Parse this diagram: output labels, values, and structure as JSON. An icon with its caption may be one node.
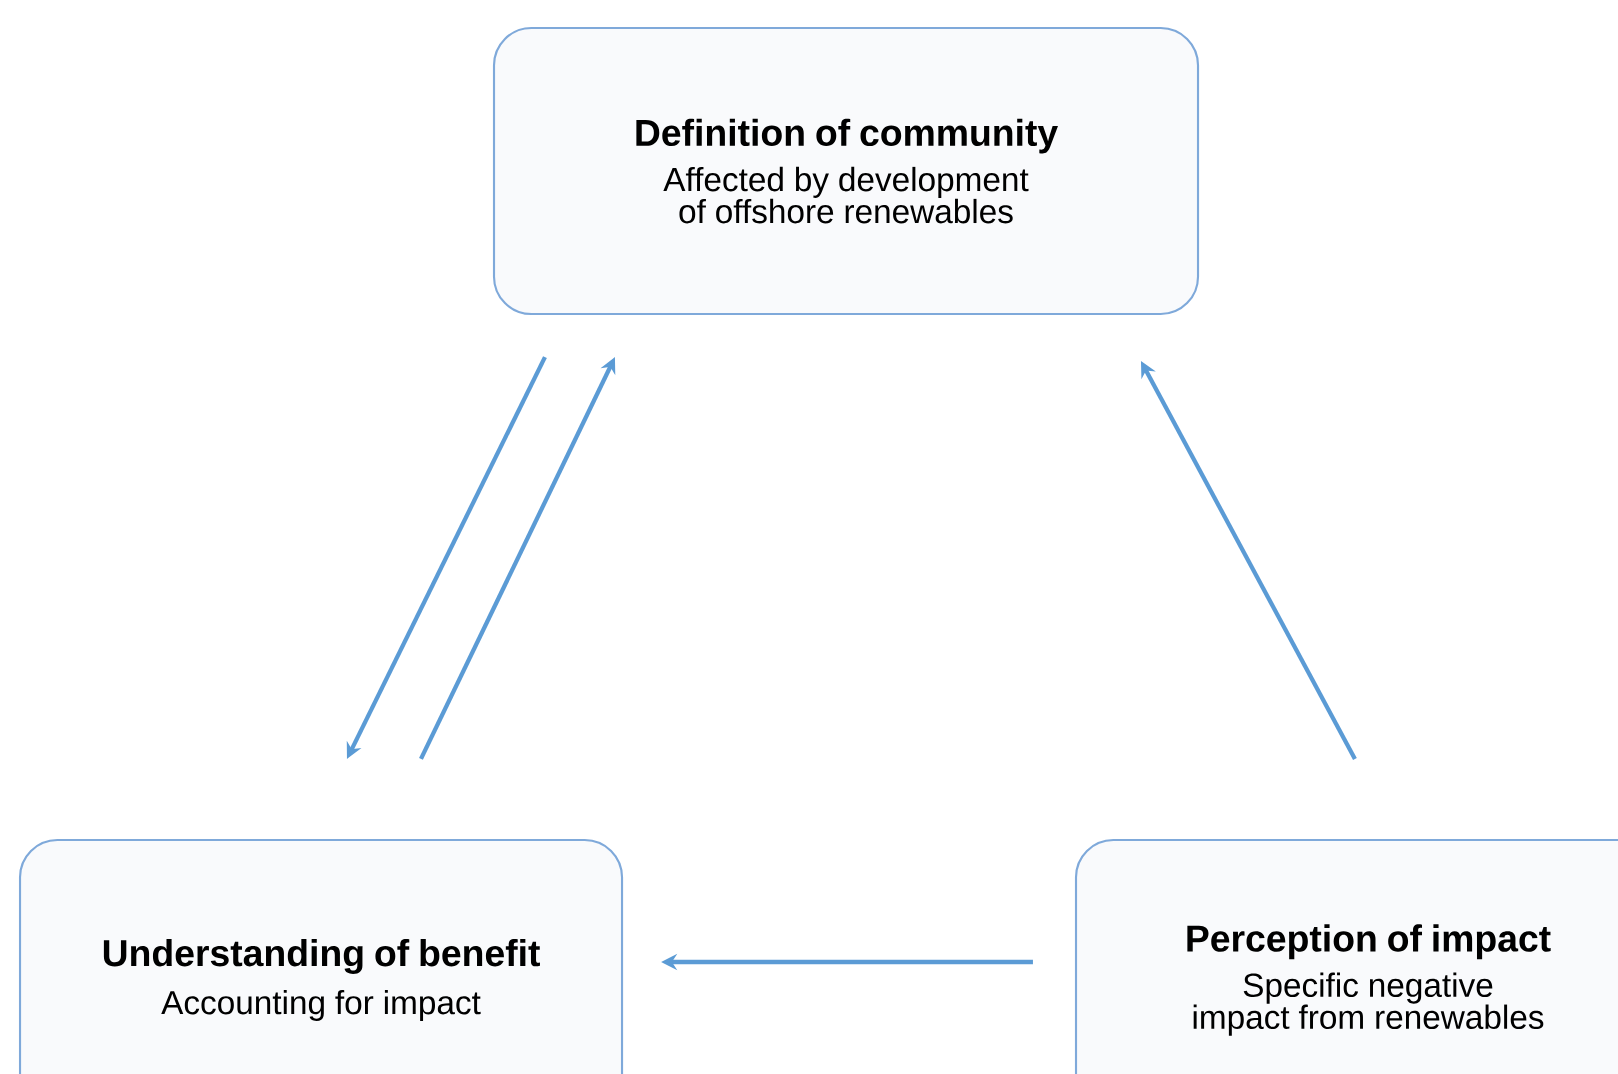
{
  "diagram": {
    "nodes": [
      {
        "text": [
          "Definition of community",
          "Affected by development of offshore renewables"
        ]
      },
      {
        "text": [
          "Understanding of benefit",
          "Accounting for impact"
        ]
      },
      {
        "text": [
          "Perception of impact",
          "Specific negative impact from renewables"
        ]
      }
    ],
    "edges": [
      {
        "from": 0,
        "to": 1,
        "arrow": "to"
      },
      {
        "from": 1,
        "to": 0,
        "arrow": "to"
      },
      {
        "from": 2,
        "to": 0,
        "arrow": "to"
      },
      {
        "from": 2,
        "to": 1,
        "arrow": "to"
      }
    ]
  }
}
